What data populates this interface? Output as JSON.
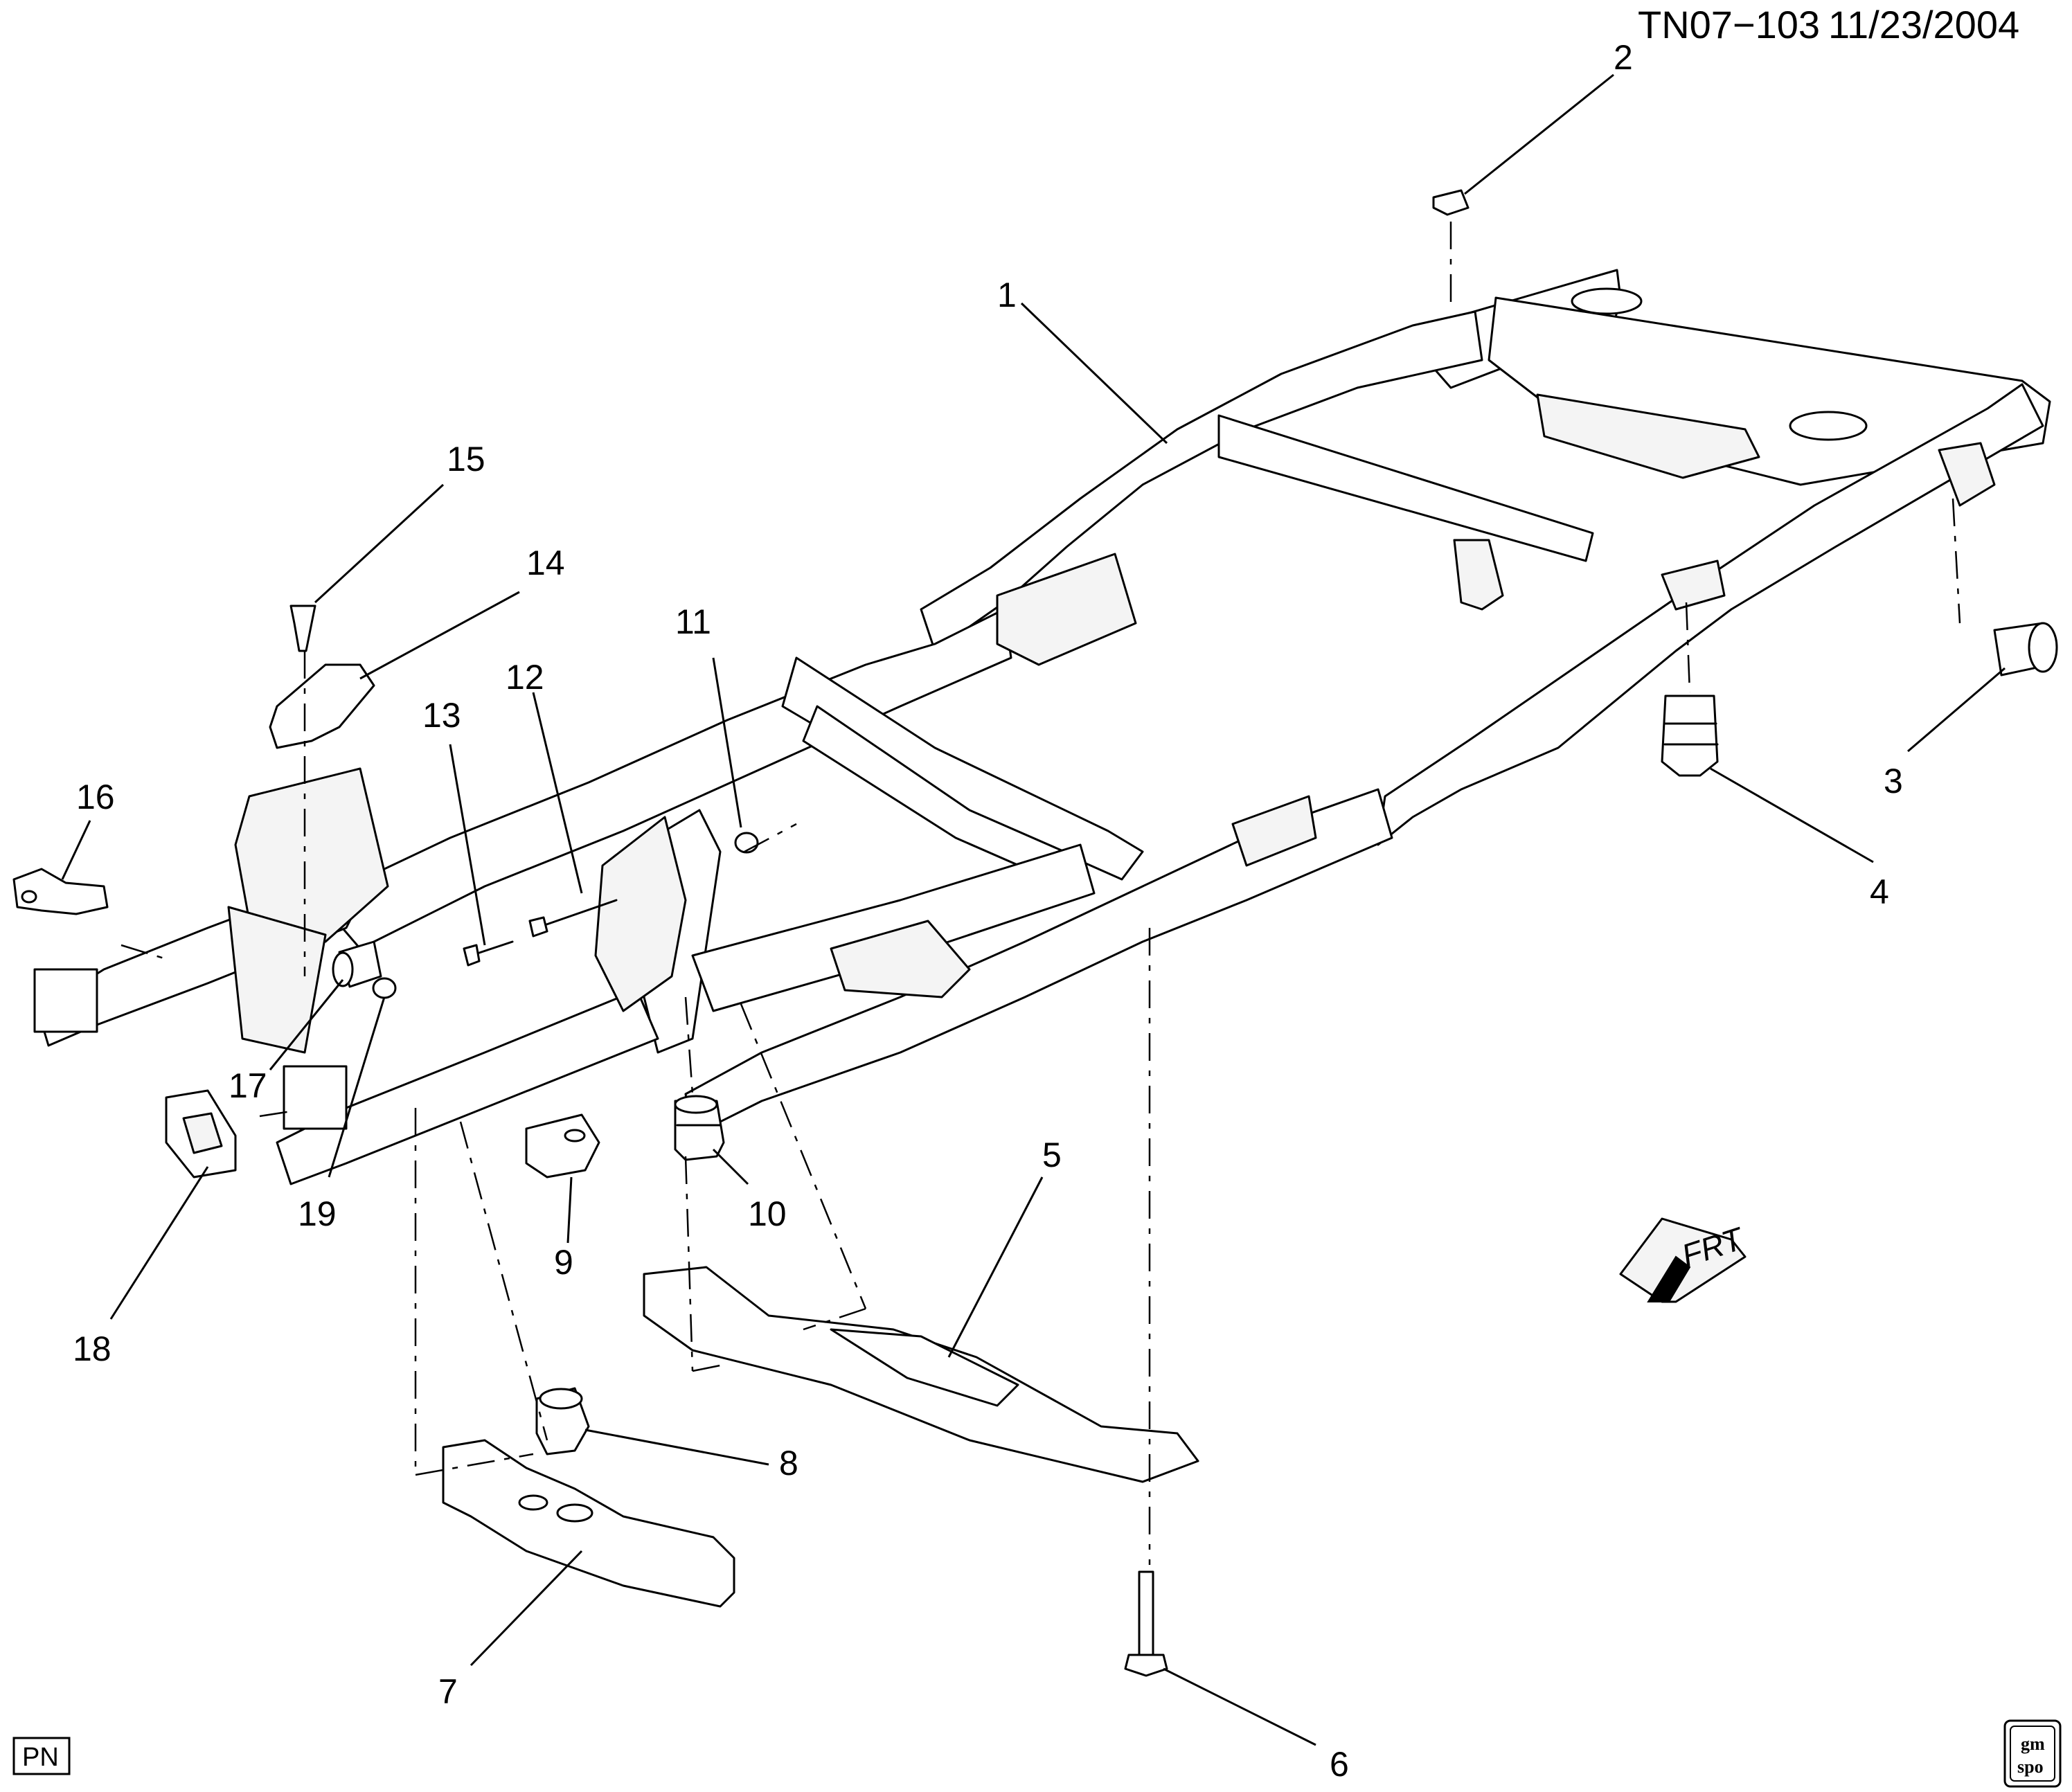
{
  "header": {
    "diagram_id": "TN07−103",
    "date": "11/23/2004"
  },
  "callouts": [
    {
      "id": "1",
      "label": "1"
    },
    {
      "id": "2",
      "label": "2"
    },
    {
      "id": "3",
      "label": "3"
    },
    {
      "id": "4",
      "label": "4"
    },
    {
      "id": "5",
      "label": "5"
    },
    {
      "id": "6",
      "label": "6"
    },
    {
      "id": "7",
      "label": "7"
    },
    {
      "id": "8",
      "label": "8"
    },
    {
      "id": "9",
      "label": "9"
    },
    {
      "id": "10",
      "label": "10"
    },
    {
      "id": "11",
      "label": "11"
    },
    {
      "id": "12",
      "label": "12"
    },
    {
      "id": "13",
      "label": "13"
    },
    {
      "id": "14",
      "label": "14"
    },
    {
      "id": "15",
      "label": "15"
    },
    {
      "id": "16",
      "label": "16"
    },
    {
      "id": "17",
      "label": "17"
    },
    {
      "id": "18",
      "label": "18"
    },
    {
      "id": "19",
      "label": "19"
    }
  ],
  "frt_arrow": {
    "label": "FRT"
  },
  "pn_badge": {
    "label": "PN"
  },
  "logo": {
    "line1": "gm",
    "line2": "spo"
  }
}
